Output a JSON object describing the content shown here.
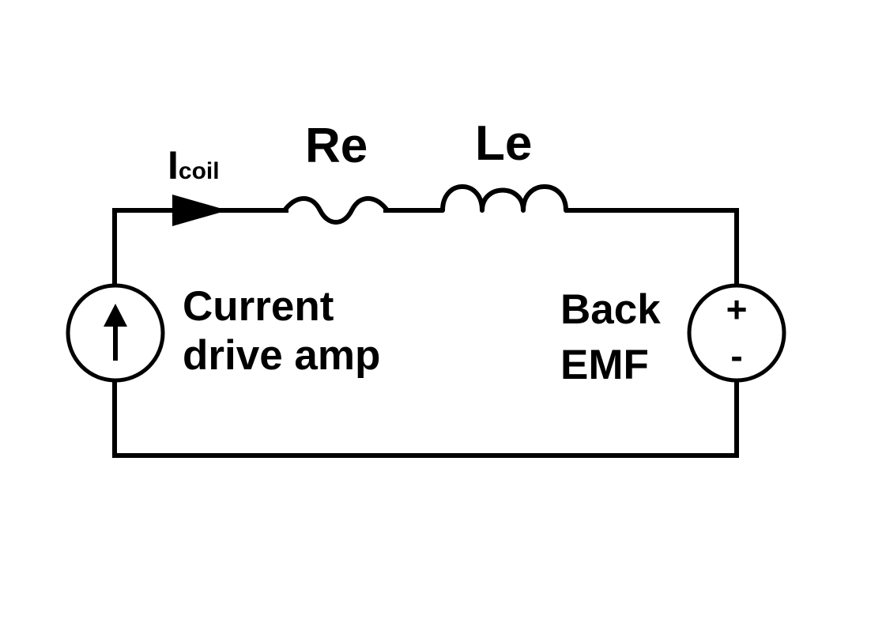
{
  "diagram": {
    "current_label": {
      "main": "I",
      "subscript": "coil"
    },
    "resistor_label": "Re",
    "inductor_label": "Le",
    "current_source_label": {
      "line1": "Current",
      "line2": "drive amp"
    },
    "voltage_source_label": {
      "line1": "Back",
      "line2": "EMF"
    },
    "voltage_source_polarity": {
      "positive": "+",
      "negative": "-"
    }
  }
}
